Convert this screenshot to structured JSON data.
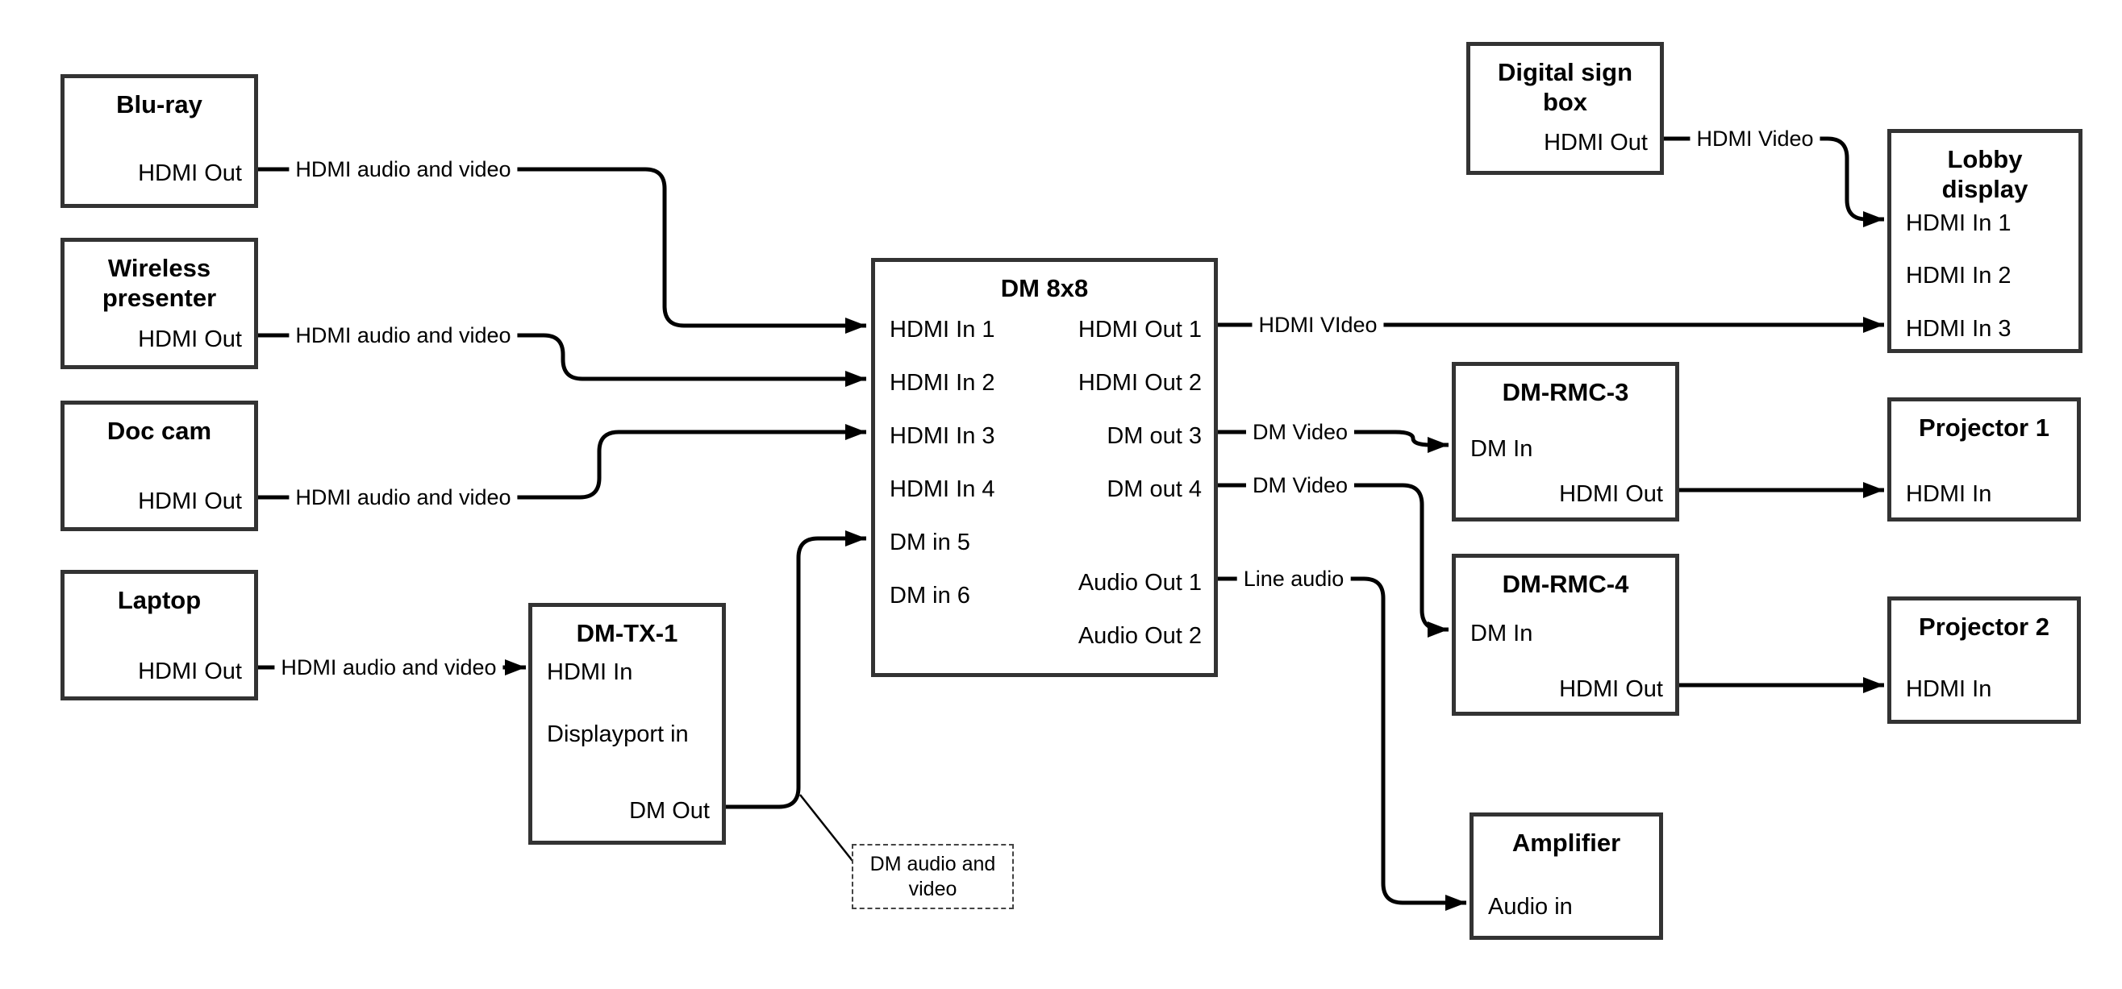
{
  "diagram": {
    "nodes": {
      "bluray": {
        "title": "Blu-ray",
        "hdmi_out": "HDMI Out"
      },
      "wireless": {
        "title": "Wireless presenter",
        "hdmi_out": "HDMI Out"
      },
      "doccam": {
        "title": "Doc cam",
        "hdmi_out": "HDMI Out"
      },
      "laptop": {
        "title": "Laptop",
        "hdmi_out": "HDMI Out"
      },
      "dmtx1": {
        "title": "DM-TX-1",
        "hdmi_in": "HDMI In",
        "displayport_in": "Displayport in",
        "dm_out": "DM Out"
      },
      "dm8x8": {
        "title": "DM 8x8",
        "hdmi_in_1": "HDMI In 1",
        "hdmi_in_2": "HDMI In 2",
        "hdmi_in_3": "HDMI In 3",
        "hdmi_in_4": "HDMI In 4",
        "dm_in_5": "DM in 5",
        "dm_in_6": "DM in 6",
        "hdmi_out_1": "HDMI Out 1",
        "hdmi_out_2": "HDMI Out 2",
        "dm_out_3": "DM out 3",
        "dm_out_4": "DM out 4",
        "audio_out_1": "Audio Out 1",
        "audio_out_2": "Audio Out 2"
      },
      "digital_sign": {
        "title": "Digital sign box",
        "hdmi_out": "HDMI Out"
      },
      "lobby": {
        "title": "Lobby display",
        "hdmi_in_1": "HDMI In 1",
        "hdmi_in_2": "HDMI In 2",
        "hdmi_in_3": "HDMI In 3"
      },
      "dmrmc3": {
        "title": "DM-RMC-3",
        "dm_in": "DM In",
        "hdmi_out": "HDMI Out"
      },
      "proj1": {
        "title": "Projector 1",
        "hdmi_in": "HDMI In"
      },
      "dmrmc4": {
        "title": "DM-RMC-4",
        "dm_in": "DM In",
        "hdmi_out": "HDMI Out"
      },
      "proj2": {
        "title": "Projector 2",
        "hdmi_in": "HDMI In"
      },
      "amplifier": {
        "title": "Amplifier",
        "audio_in": "Audio in"
      }
    },
    "edge_labels": {
      "bluray_dm": "HDMI audio and video",
      "wireless_dm": "HDMI audio and video",
      "doccam_dm": "HDMI audio and video",
      "laptop_dmtx": "HDMI audio and video",
      "dm_lobby": "HDMI VIdeo",
      "sign_lobby": "HDMI Video",
      "dm3_rmc3": "DM Video",
      "dm4_rmc4": "DM Video",
      "audio_amp": "Line audio",
      "note": "DM audio and video"
    },
    "colors": {
      "line": "#000000",
      "border": "#333333",
      "background": "#ffffff",
      "text": "#000000"
    }
  }
}
